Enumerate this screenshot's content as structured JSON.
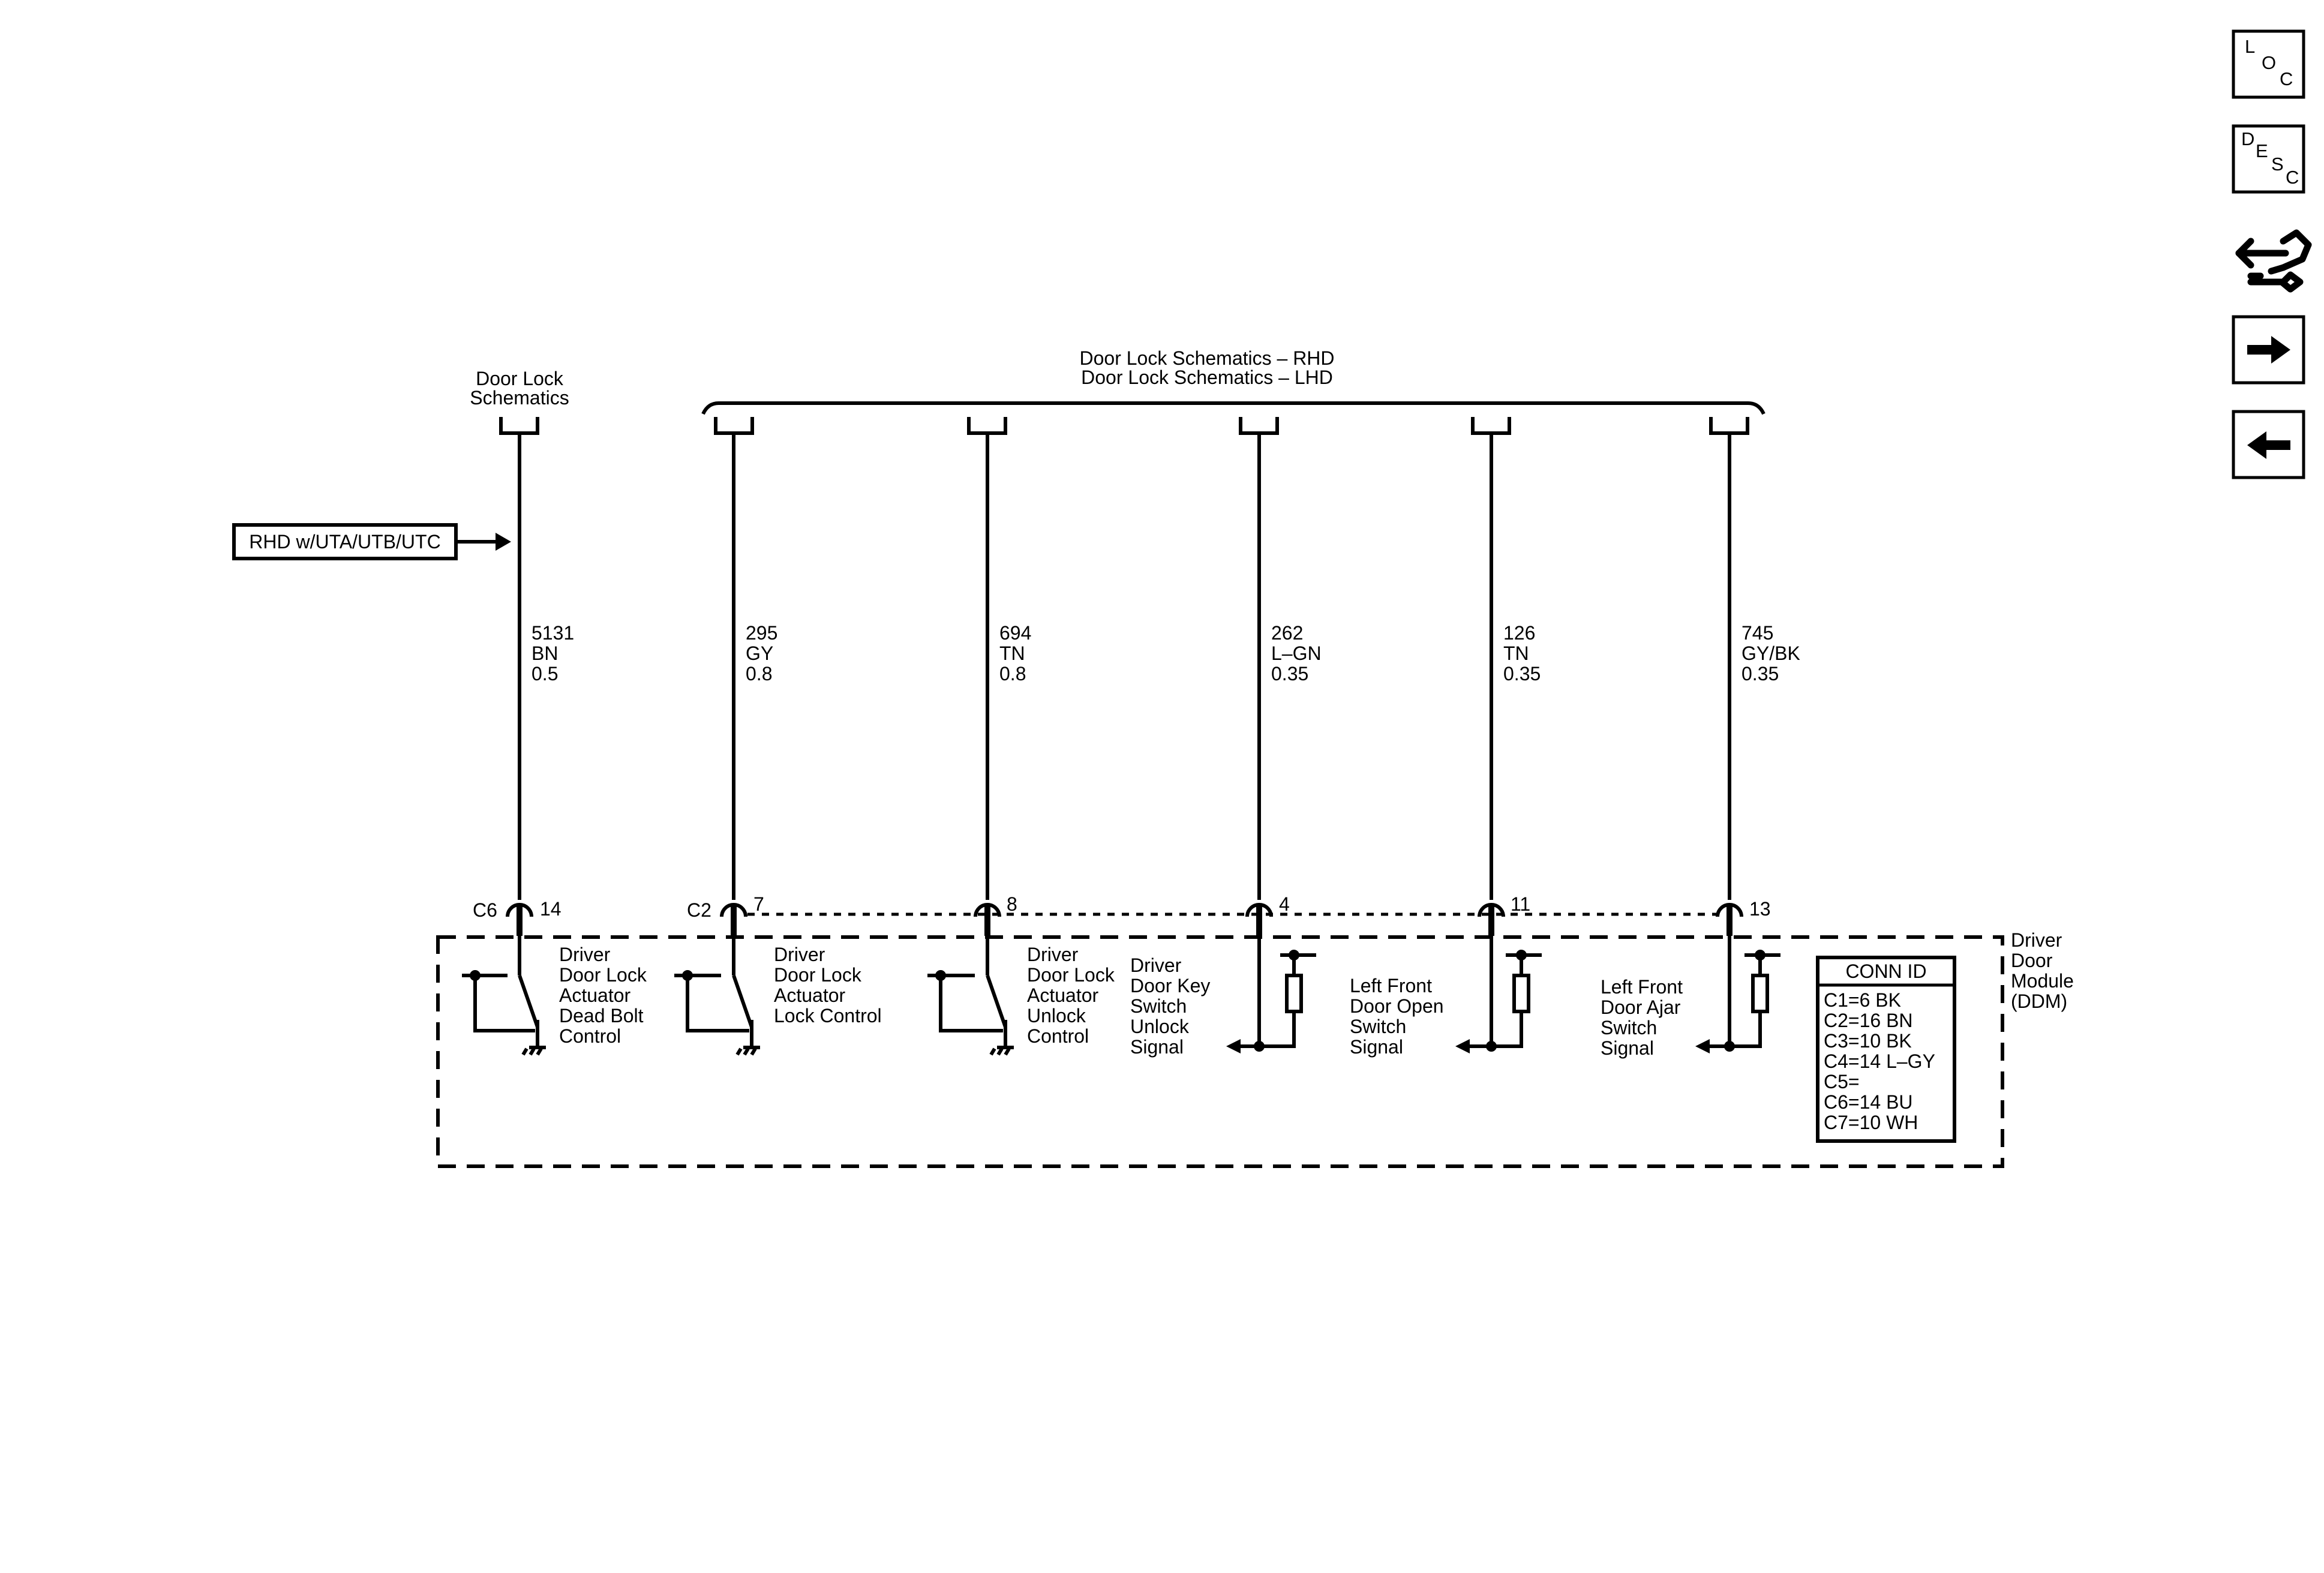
{
  "nav": {
    "loc": [
      "L",
      "O",
      "C"
    ],
    "desc": [
      "D",
      "E",
      "S",
      "C"
    ],
    "connector_icon": "connector-end-view-icon",
    "next_icon": "arrow-right-icon",
    "prev_icon": "arrow-left-icon"
  },
  "refs": {
    "left_line1": "Door Lock",
    "left_line2": "Schematics",
    "top_line1": "Door Lock Schematics – RHD",
    "top_line2": "Door Lock Schematics – LHD"
  },
  "option_box": "RHD w/UTA/UTB/UTC",
  "wires": [
    {
      "circuit": "5131",
      "color": "BN",
      "gauge": "0.5"
    },
    {
      "circuit": "295",
      "color": "GY",
      "gauge": "0.8"
    },
    {
      "circuit": "694",
      "color": "TN",
      "gauge": "0.8"
    },
    {
      "circuit": "262",
      "color": "L–GN",
      "gauge": "0.35"
    },
    {
      "circuit": "126",
      "color": "TN",
      "gauge": "0.35"
    },
    {
      "circuit": "745",
      "color": "GY/BK",
      "gauge": "0.35"
    }
  ],
  "connectors": {
    "c6": "C6",
    "c2": "C2",
    "pins": [
      "14",
      "7",
      "8",
      "4",
      "11",
      "13"
    ]
  },
  "functions": {
    "f1": [
      "Driver",
      "Door Lock",
      "Actuator",
      "Dead Bolt",
      "Control"
    ],
    "f2": [
      "Driver",
      "Door Lock",
      "Actuator",
      "Lock Control"
    ],
    "f3": [
      "Driver",
      "Door Lock",
      "Actuator",
      "Unlock",
      "Control"
    ],
    "f4": [
      "Driver",
      "Door Key",
      "Switch",
      "Unlock",
      "Signal"
    ],
    "f5": [
      "Left Front",
      "Door Open",
      "Switch",
      "Signal"
    ],
    "f6": [
      "Left Front",
      "Door Ajar",
      "Switch",
      "Signal"
    ]
  },
  "module": [
    "Driver",
    "Door",
    "Module",
    "(DDM)"
  ],
  "conn_id": {
    "title": "CONN ID",
    "rows": [
      "C1=6 BK",
      "C2=16 BN",
      "C3=10 BK",
      "C4=14 L–GY",
      "C5=",
      "C6=14 BU",
      "C7=10 WH"
    ]
  }
}
